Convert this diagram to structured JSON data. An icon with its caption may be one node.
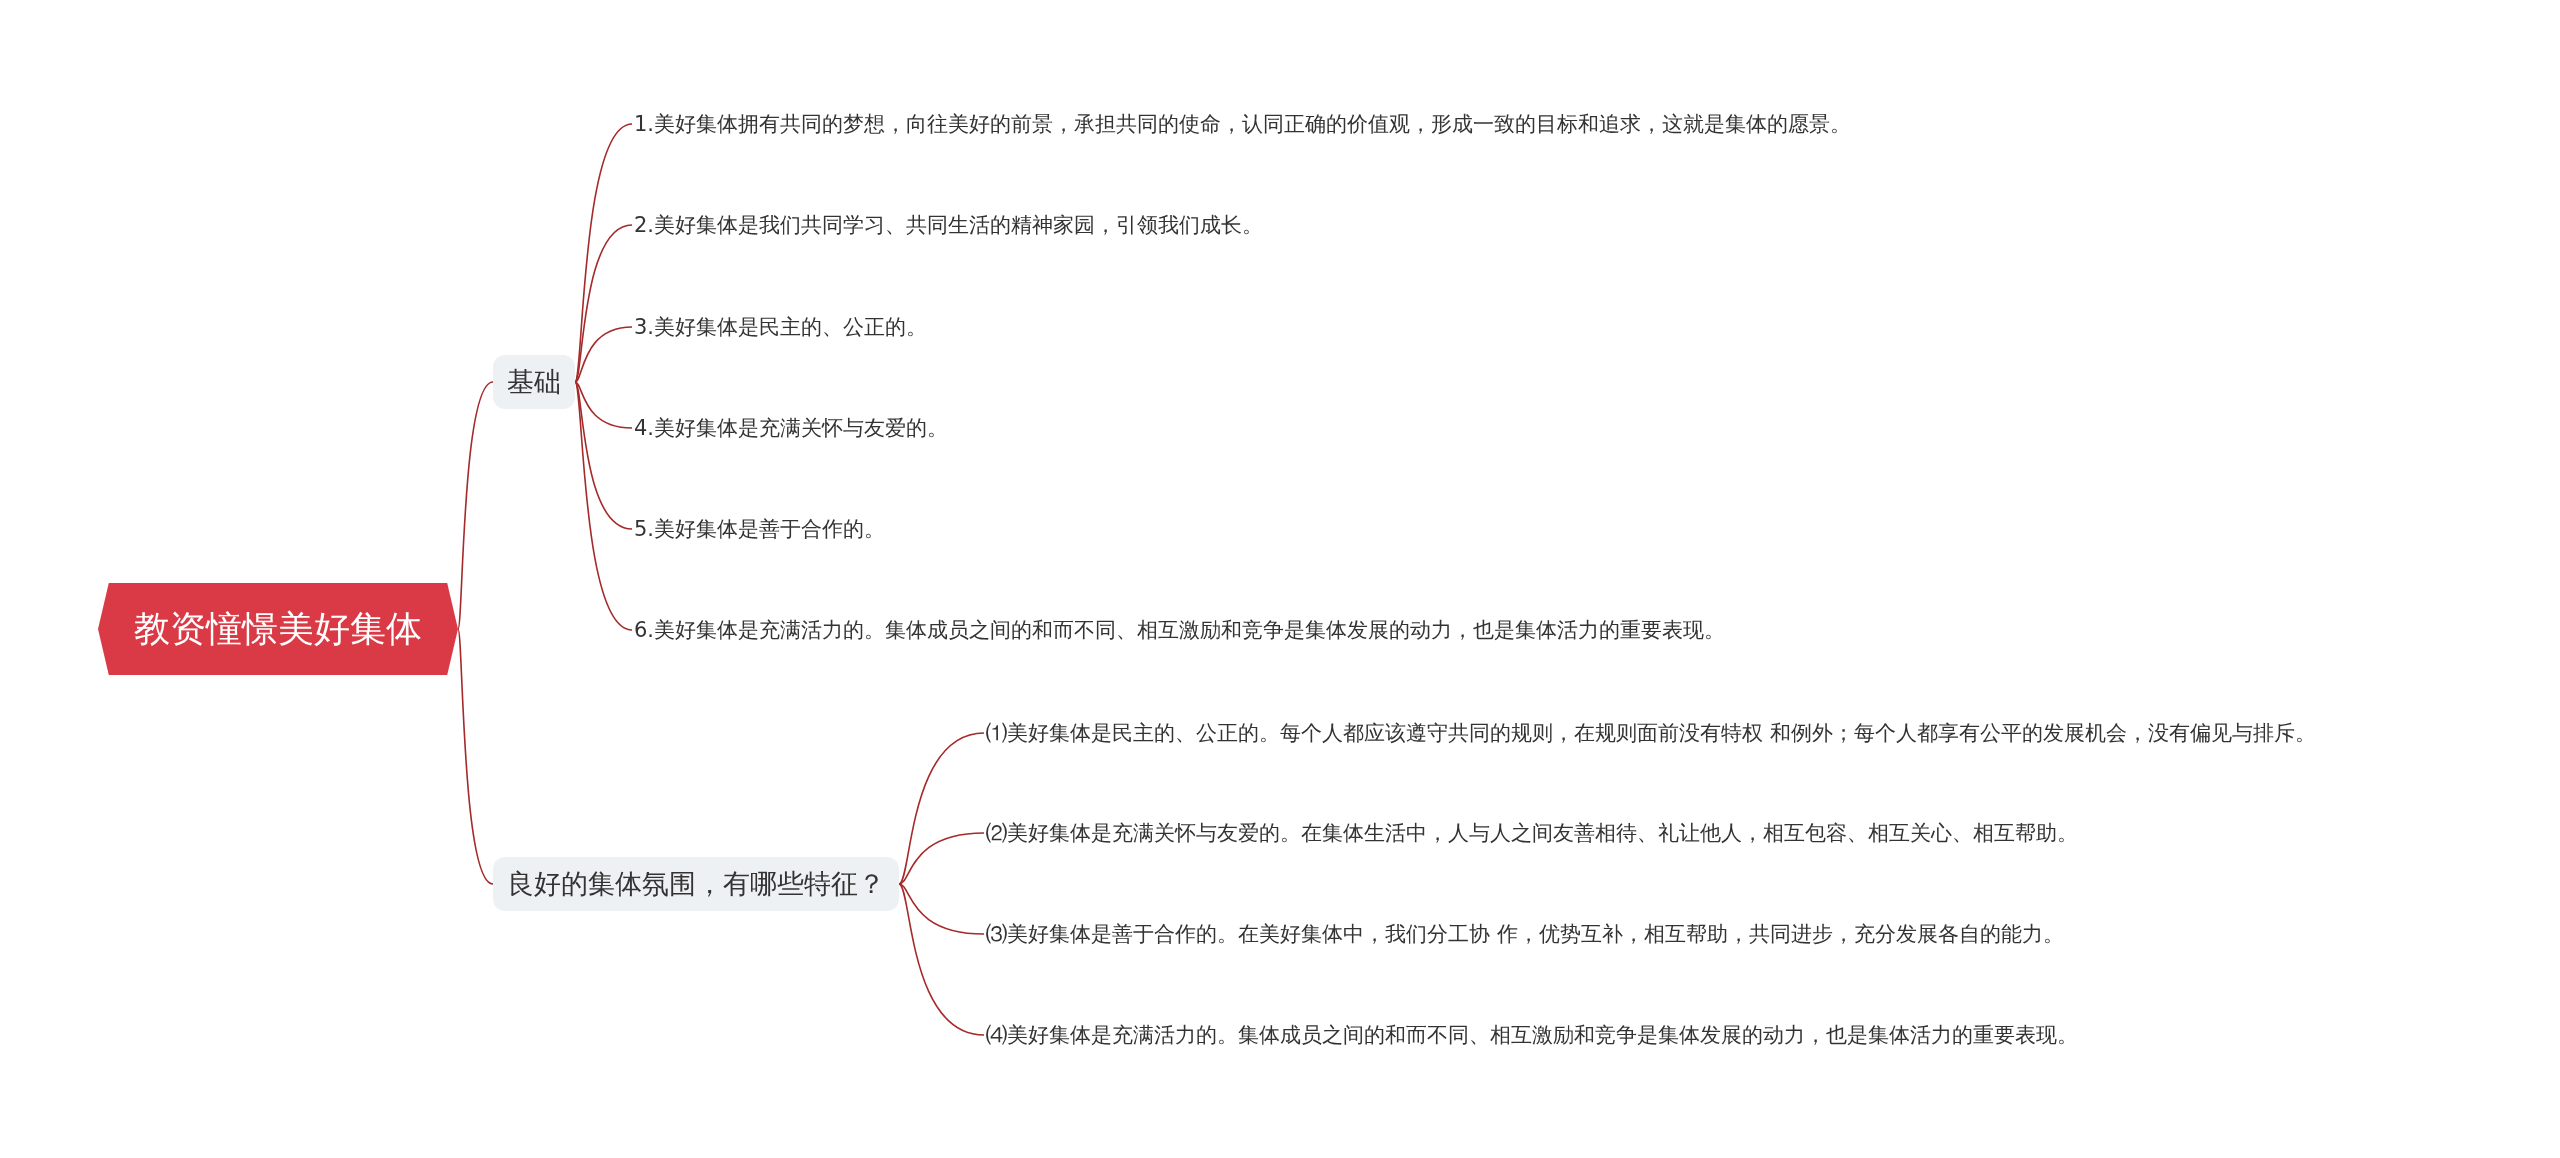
{
  "diagram": {
    "nodes": [
      {
        "text": [
          "教资憧憬美好集体"
        ]
      },
      {
        "text": [
          "基础"
        ]
      },
      {
        "text": [
          "1.美好集体拥有共同的梦想，向往美好的前景，承担共同的使命，认同正确的价值观，形成一致的目标和追求，这就是集体的愿景。"
        ]
      },
      {
        "text": [
          "2.美好集体是我们共同学习、共同生活的精神家园，引领我们成长。"
        ]
      },
      {
        "text": [
          "3.美好集体是民主的、公正的。"
        ]
      },
      {
        "text": [
          "4.美好集体是充满关怀与友爱的。"
        ]
      },
      {
        "text": [
          "5.美好集体是善于合作的。"
        ]
      },
      {
        "text": [
          "6.美好集体是充满活力的。集体成员之间的和而不同、相互激励和竞争是集体发展的动力，也是集体活力的重要表现。"
        ]
      },
      {
        "text": [
          "良好的集体氛围，有哪些特征？"
        ]
      },
      {
        "text": [
          "⑴美好集体是民主的、公正的。每个人都应该遵守共同的规则，在规则面前没有特权 和例外；每个人都享有公平的发展机会，没有偏见与排斥。"
        ]
      },
      {
        "text": [
          "⑵美好集体是充满关怀与友爱的。在集体生活中，人与人之间友善相待、礼让他人，相互包容、相互关心、相互帮助。"
        ]
      },
      {
        "text": [
          "⑶美好集体是善于合作的。在美好集体中，我们分工协 作，优势互补，相互帮助，共同进步，充分发展各自的能力。"
        ]
      },
      {
        "text": [
          "⑷美好集体是充满活力的。集体成员之间的和而不同、相互激励和竞争是集体发展的动力，也是集体活力的重要表现。"
        ]
      }
    ],
    "edges": [
      {
        "from": 0,
        "to": 1,
        "arrow": "none"
      },
      {
        "from": 1,
        "to": 2,
        "arrow": "none"
      },
      {
        "from": 1,
        "to": 3,
        "arrow": "none"
      },
      {
        "from": 1,
        "to": 4,
        "arrow": "none"
      },
      {
        "from": 1,
        "to": 5,
        "arrow": "none"
      },
      {
        "from": 1,
        "to": 6,
        "arrow": "none"
      },
      {
        "from": 1,
        "to": 7,
        "arrow": "none"
      },
      {
        "from": 0,
        "to": 8,
        "arrow": "none"
      },
      {
        "from": 8,
        "to": 9,
        "arrow": "none"
      },
      {
        "from": 8,
        "to": 10,
        "arrow": "none"
      },
      {
        "from": 8,
        "to": 11,
        "arrow": "none"
      },
      {
        "from": 8,
        "to": 12,
        "arrow": "none"
      }
    ]
  }
}
